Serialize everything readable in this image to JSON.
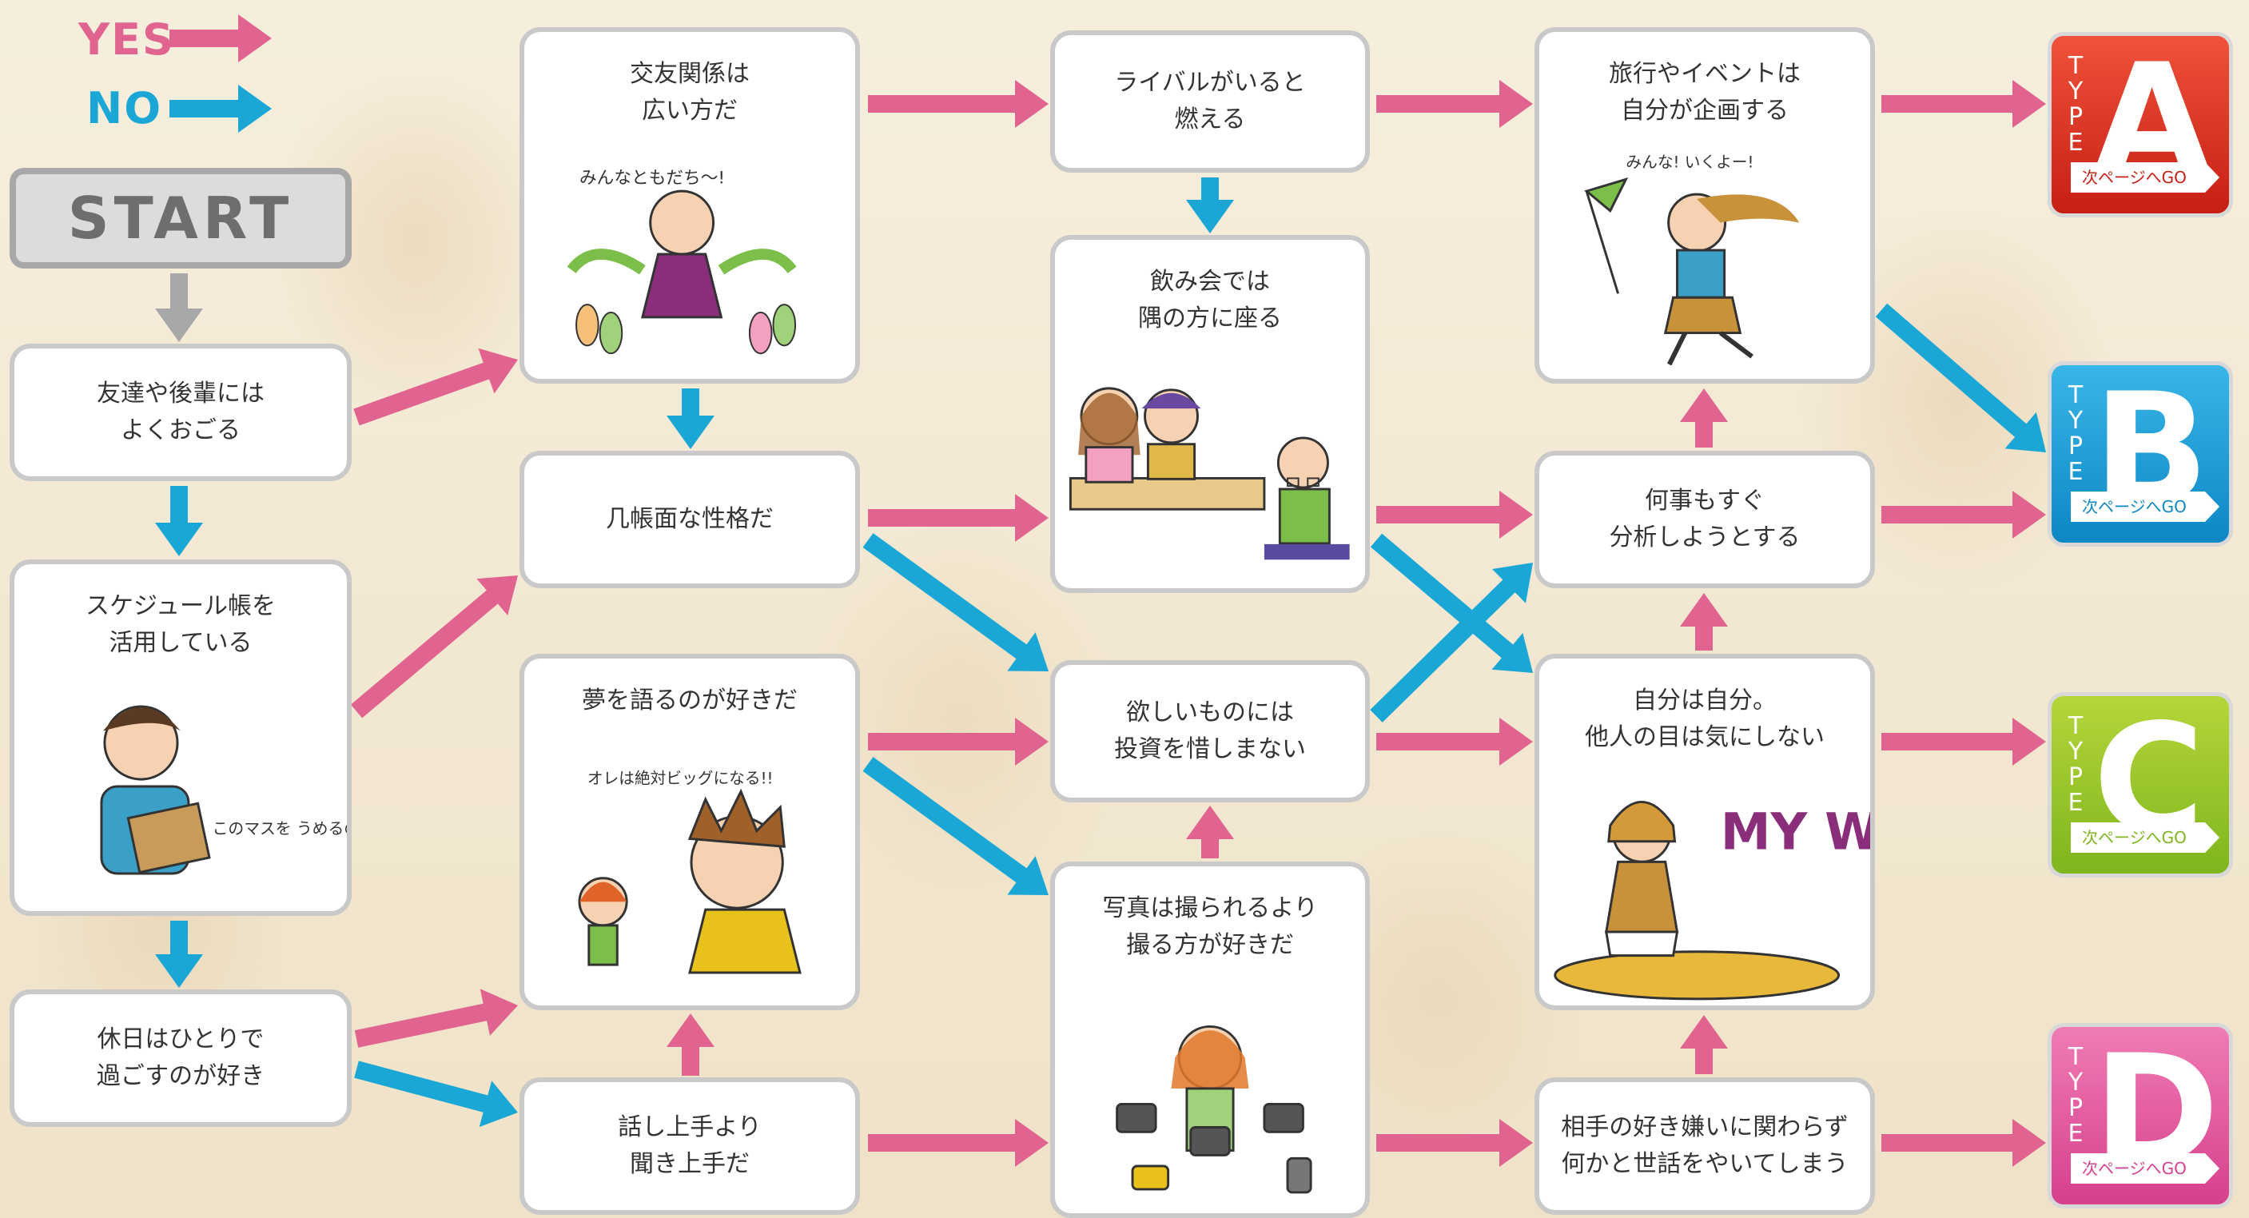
{
  "legend": {
    "yes": "YES",
    "no": "NO",
    "yes_color": "#e0648f",
    "no_color": "#1aa7d6"
  },
  "start": "START",
  "nodes": {
    "treat": "友達や後輩には\nよくおごる",
    "schedule": "スケジュール帳を\n活用している",
    "holiday": "休日はひとりで\n過ごすのが好き",
    "friends": "交友関係は\n広い方だ",
    "meticulous": "几帳面な性格だ",
    "dreams": "夢を語るのが好きだ",
    "listener": "話し上手より\n聞き上手だ",
    "rival": "ライバルがいると\n燃える",
    "drinking": "飲み会では\n隅の方に座る",
    "invest": "欲しいものには\n投資を惜しまない",
    "photo": "写真は撮られるより\n撮る方が好きだ",
    "travel": "旅行やイベントは\n自分が企画する",
    "analyze": "何事もすぐ\n分析しようとする",
    "myself": "自分は自分。\n他人の目は気にしない",
    "caring": "相手の好き嫌いに関わらず\n何かと世話をやいてしまう"
  },
  "illustration_text": {
    "friends": "みんなともだち〜!",
    "schedule": "このマスを うめるのが いいんだ〜",
    "dreams": "オレは絶対ビッグになる!!",
    "myself": "MY WAY",
    "travel": "みんな! いくよー!"
  },
  "types": [
    {
      "letter": "A",
      "vertical": "TYPE",
      "go": "次ページへGO",
      "color_top": "#f0523a",
      "color_bottom": "#c61f14"
    },
    {
      "letter": "B",
      "vertical": "TYPE",
      "go": "次ページへGO",
      "color_top": "#39b6e8",
      "color_bottom": "#0d87c4"
    },
    {
      "letter": "C",
      "vertical": "TYPE",
      "go": "次ページへGO",
      "color_top": "#b5d63a",
      "color_bottom": "#7fb51e"
    },
    {
      "letter": "D",
      "vertical": "TYPE",
      "go": "次ページへGO",
      "color_top": "#f07cb4",
      "color_bottom": "#d6408c"
    }
  ]
}
